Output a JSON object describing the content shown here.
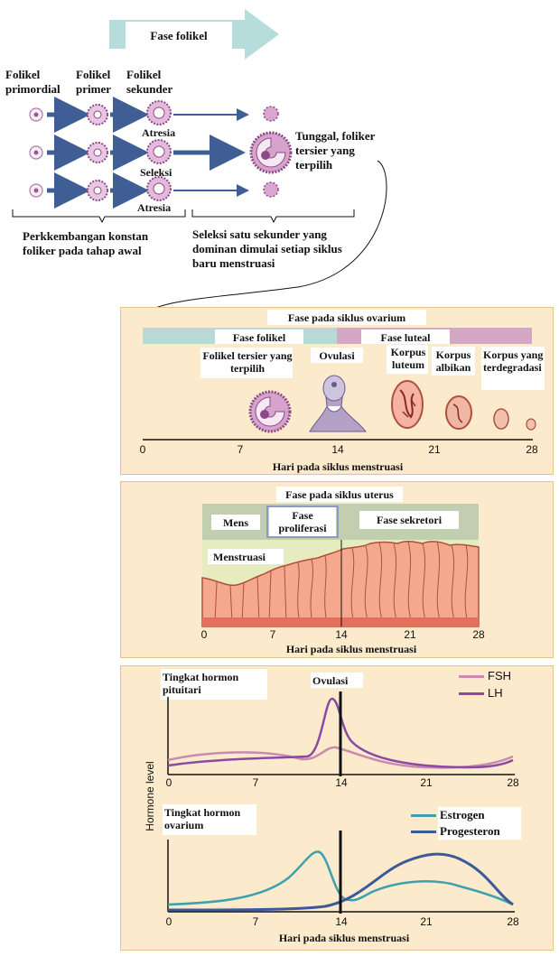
{
  "top": {
    "banner": "Fase folikel",
    "col_labels": [
      "Folikel primordial",
      "Folikel primer",
      "Folikel sekunder"
    ],
    "atresia_1": "Atresia",
    "seleksi": "Seleksi",
    "atresia_2": "Atresia",
    "tunggal": "Tunggal, foliker tersier yang terpilih",
    "note_left": "Perkkembangan konstan foliker pada tahap awal",
    "note_right": "Seleksi satu sekunder yang dominan dimulai setiap siklus baru menstruasi"
  },
  "ovarian": {
    "title": "Fase pada siklus ovarium",
    "phase_follicular": "Fase folikel",
    "phase_luteal": "Fase luteal",
    "stage_tertiary": "Folikel tersier yang terpilih",
    "stage_ovulation": "Ovulasi",
    "stage_luteum": "Korpus luteum",
    "stage_albikan": "Korpus albikan",
    "stage_degraded": "Korpus yang terdegradasi",
    "axis_label": "Hari pada siklus menstruasi",
    "ticks": [
      "0",
      "7",
      "14",
      "21",
      "28"
    ],
    "colors": {
      "follicular": "#b9d9d6",
      "luteal": "#d4a8c4",
      "panel": "#fbeacb"
    }
  },
  "uterine": {
    "title": "Fase pada siklus uterus",
    "phase_mens": "Mens",
    "phase_proliferation": "Fase proliferasi",
    "phase_secretory": "Fase sekretori",
    "menstruation": "Menstruasi",
    "axis_label": "Hari pada siklus menstruasi",
    "ticks": [
      "0",
      "7",
      "14",
      "21",
      "28"
    ],
    "colors": {
      "band": "#c2ceb0",
      "tissue": "#f4a98f",
      "tissue_line": "#b0503a",
      "lumen": "#e6ecbf"
    }
  },
  "hormones": {
    "ylabel": "Hormone level",
    "ovulation": "Ovulasi",
    "axis_label": "Hari pada siklus menstruasi",
    "pituitary": {
      "title": "Tingkat hormon pituitari",
      "legend": [
        "FSH",
        "LH"
      ],
      "ticks": [
        "0",
        "7",
        "14",
        "21",
        "28"
      ]
    },
    "ovarian": {
      "title": "Tingkat hormon ovarium",
      "legend": [
        "Estrogen",
        "Progesteron"
      ],
      "ticks": [
        "0",
        "7",
        "14",
        "21",
        "28"
      ]
    },
    "colors": {
      "FSH": "#c98aae",
      "LH": "#8a4aa3",
      "Estrogen": "#3fa0ad",
      "Progesteron": "#3a5a9a"
    }
  }
}
